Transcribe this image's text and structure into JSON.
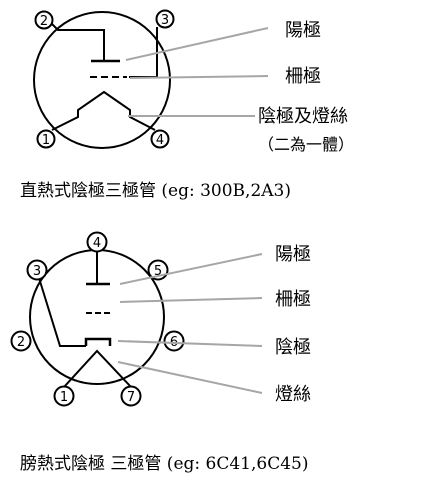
{
  "diagram1": {
    "pins": {
      "p1": "1",
      "p2": "2",
      "p3": "3",
      "p4": "4"
    },
    "labels": {
      "anode": "陽極",
      "grid": "柵極",
      "cathode_heater": "陰極及燈絲",
      "note": "（二為一體）"
    },
    "caption": "直熱式陰極三極管 (eg: 300B,2A3)"
  },
  "diagram2": {
    "pins": {
      "p1": "1",
      "p2": "2",
      "p3": "3",
      "p4": "4",
      "p5": "5",
      "p6": "6",
      "p7": "7"
    },
    "labels": {
      "anode": "陽極",
      "grid": "柵極",
      "cathode": "陰極",
      "heater": "燈絲"
    },
    "caption": "膀熱式陰極 三極管 (eg: 6C41,6C45)"
  },
  "colors": {
    "line": "#000000",
    "leader": "#a6a6a6",
    "background": "#ffffff"
  }
}
